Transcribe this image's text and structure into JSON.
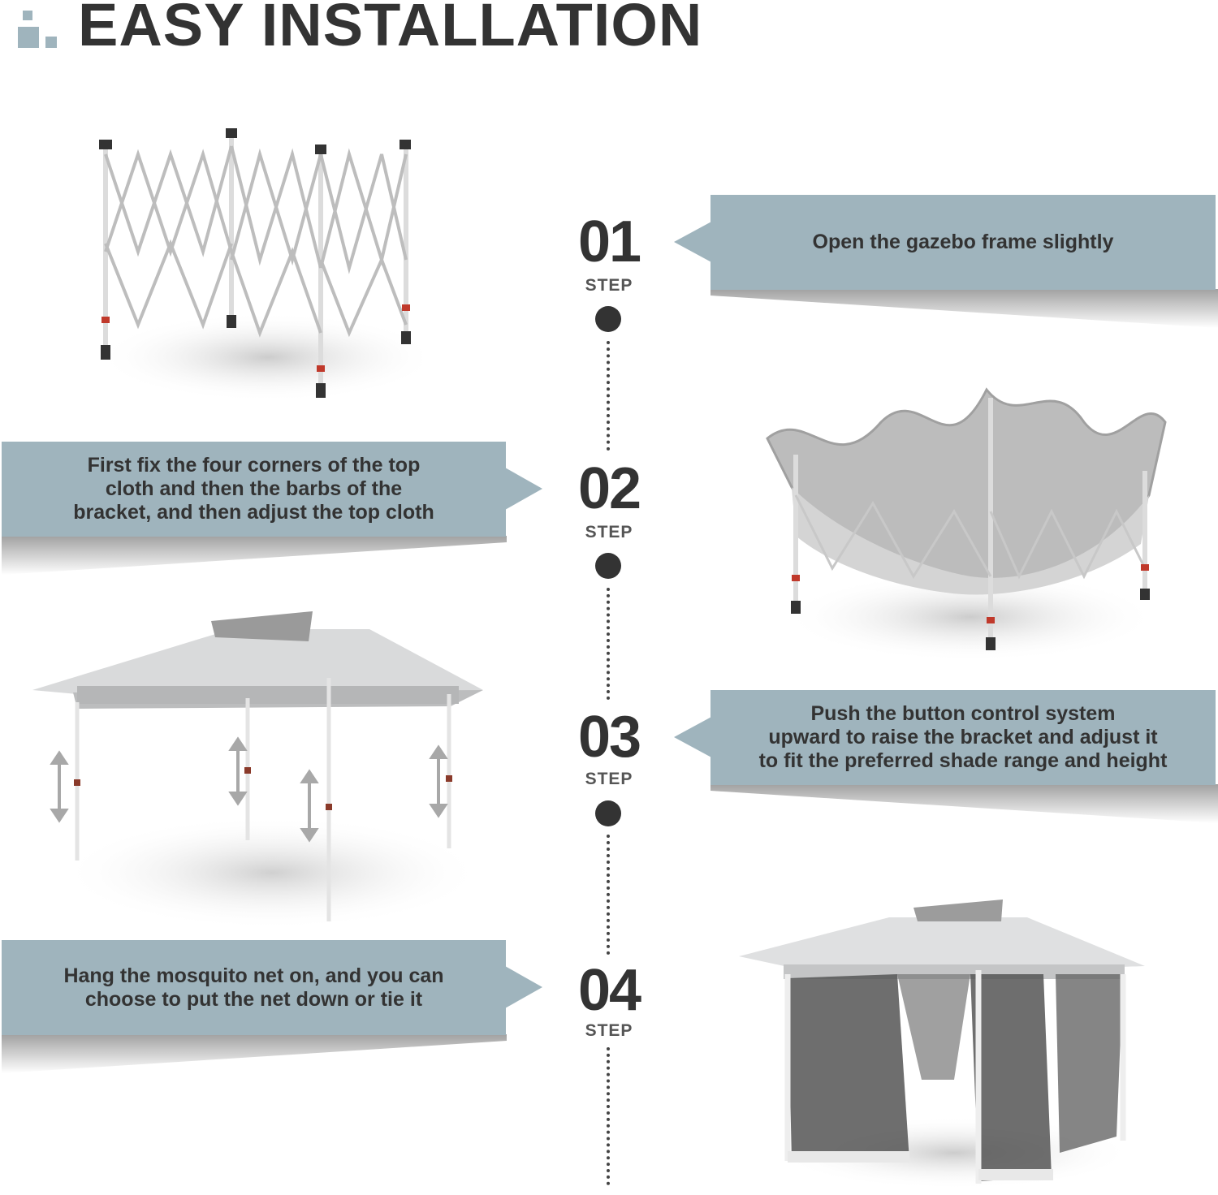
{
  "header": {
    "title": "EASY INSTALLATION"
  },
  "colors": {
    "accent": "#9fb4bd",
    "text": "#333333",
    "dot": "#333333"
  },
  "steps": [
    {
      "number": "01",
      "label": "STEP",
      "text": "Open the gazebo frame slightly"
    },
    {
      "number": "02",
      "label": "STEP",
      "text": "First fix the four corners of the top\ncloth and then the barbs of the\nbracket, and then adjust the top cloth"
    },
    {
      "number": "03",
      "label": "STEP",
      "text": "Push the button control system\nupward to raise the bracket and adjust it\nto fit the preferred shade range and height"
    },
    {
      "number": "04",
      "label": "STEP",
      "text": "Hang the mosquito net on, and you can\nchoose to put the net down or tie it"
    }
  ]
}
